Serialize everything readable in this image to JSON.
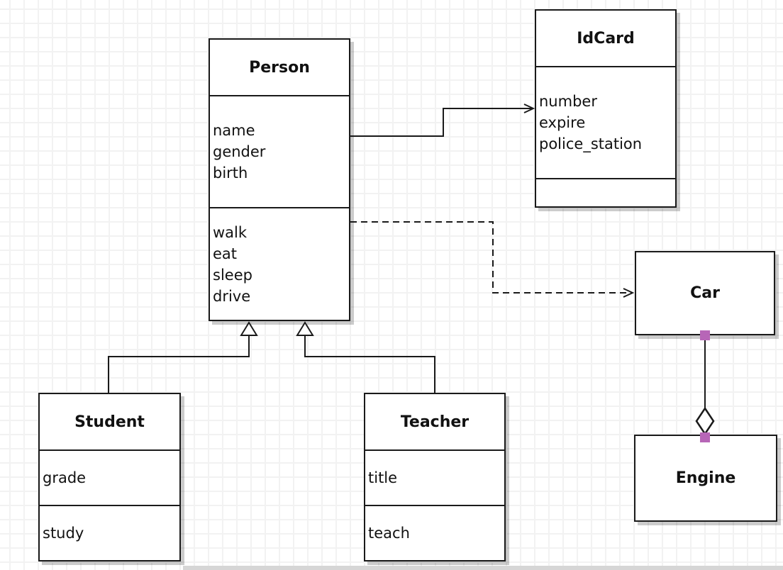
{
  "diagram": {
    "type": "uml-class-diagram",
    "classes": [
      {
        "id": "person",
        "title": "Person",
        "attributes": [
          "name",
          "gender",
          "birth"
        ],
        "methods": [
          "walk",
          "eat",
          "sleep",
          "drive"
        ]
      },
      {
        "id": "idcard",
        "title": "IdCard",
        "attributes": [
          "number",
          "expire",
          "police_station"
        ],
        "methods": []
      },
      {
        "id": "car",
        "title": "Car",
        "attributes": [],
        "methods": []
      },
      {
        "id": "engine",
        "title": "Engine",
        "attributes": [],
        "methods": []
      },
      {
        "id": "student",
        "title": "Student",
        "attributes": [
          "grade"
        ],
        "methods": [
          "study"
        ]
      },
      {
        "id": "teacher",
        "title": "Teacher",
        "attributes": [
          "title"
        ],
        "methods": [
          "teach"
        ]
      }
    ],
    "relationships": [
      {
        "type": "association",
        "from": "Person",
        "to": "IdCard",
        "line": "solid",
        "arrow": "open"
      },
      {
        "type": "dependency",
        "from": "Person",
        "to": "Car",
        "line": "dashed",
        "arrow": "open"
      },
      {
        "type": "generalization",
        "from": "Student",
        "to": "Person",
        "line": "solid",
        "arrow": "hollow-triangle"
      },
      {
        "type": "generalization",
        "from": "Teacher",
        "to": "Person",
        "line": "solid",
        "arrow": "hollow-triangle"
      },
      {
        "type": "aggregation",
        "from": "Car",
        "to": "Engine",
        "line": "solid",
        "arrow": "hollow-diamond",
        "selected": true
      }
    ],
    "colors": {
      "line": "#1a1a1a",
      "box_fill": "#ffffff",
      "grid": "#f2f2f2",
      "shadow": "#cfcfcf",
      "endpoint_handle": "#b766b7"
    }
  }
}
